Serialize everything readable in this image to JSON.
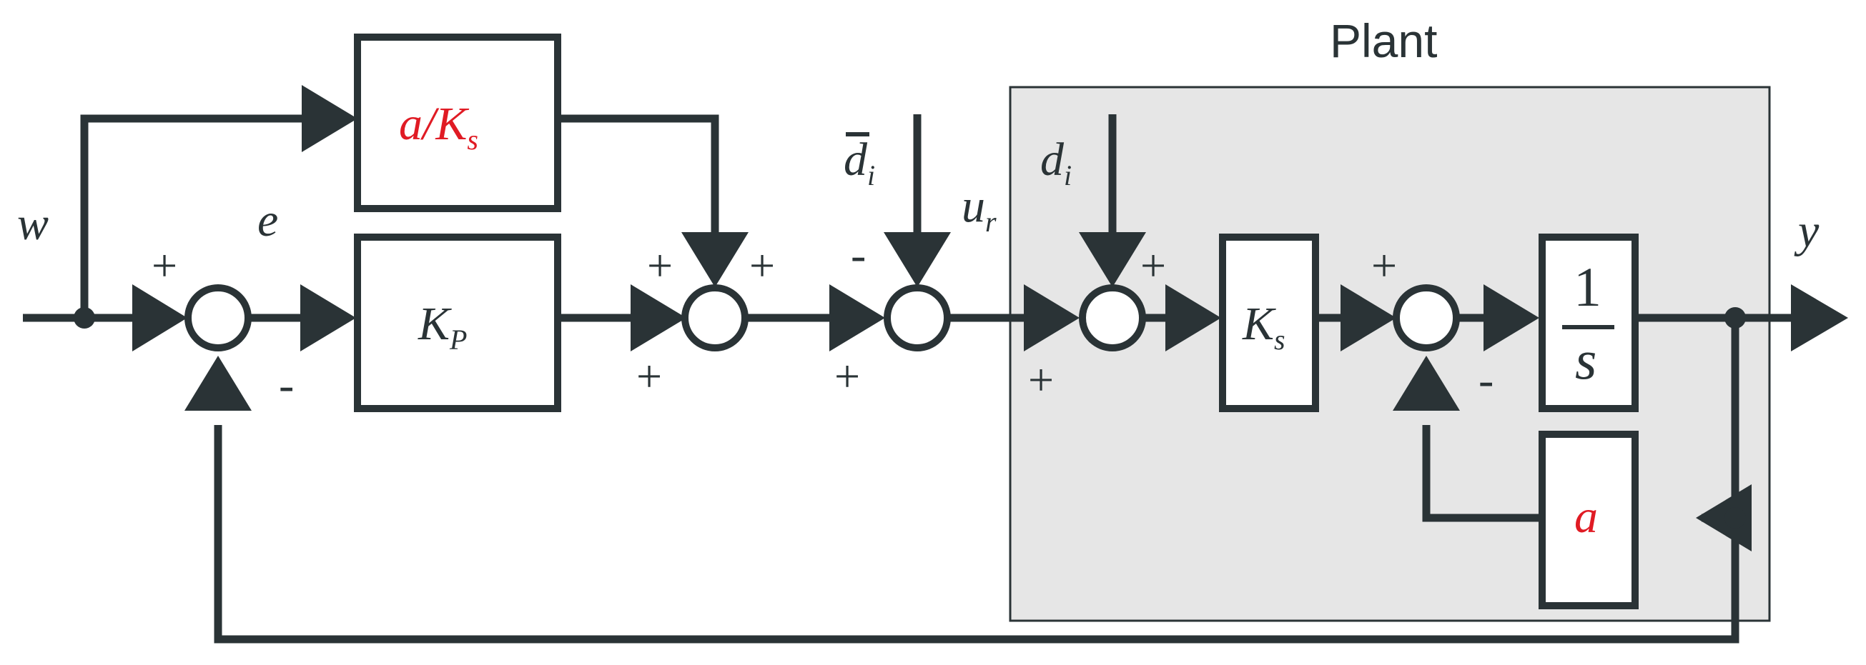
{
  "plant": {
    "title": "Plant"
  },
  "signals": {
    "w": "w",
    "e": "e",
    "y": "y",
    "u": {
      "main": "u",
      "sub": "r"
    },
    "d_bar": {
      "main": "d",
      "sub": "i"
    },
    "d": {
      "main": "d",
      "sub": "i"
    }
  },
  "blocks": {
    "feedforward": {
      "main": "a/K",
      "sub": "s"
    },
    "controller": {
      "main": "K",
      "sub": "P"
    },
    "gain": {
      "main": "K",
      "sub": "s"
    },
    "integrator": {
      "num": "1",
      "den": "s"
    },
    "feedback_a": "a"
  },
  "signs": {
    "s1_in": "+",
    "s1_fb": "-",
    "s2_top_left": "+",
    "s2_top_right": "+",
    "s2_in": "+",
    "s3_top": "-",
    "s3_in": "+",
    "s4_top": "+",
    "s4_in": "+",
    "s5_top": "+",
    "s5_fb": "-"
  },
  "colors": {
    "line": "#2a3336",
    "highlight": "#e01b24",
    "plant_fill": "#e6e6e6"
  }
}
